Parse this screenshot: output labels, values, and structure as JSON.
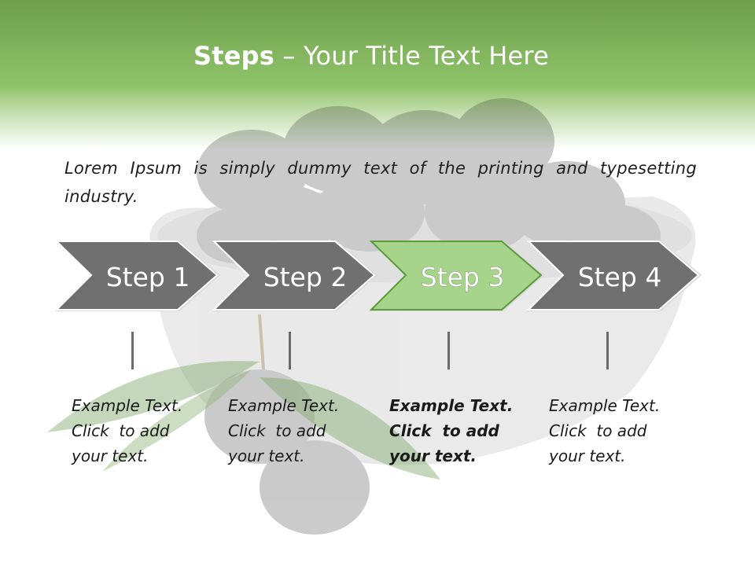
{
  "title": {
    "bold_part": "Steps",
    "rest": " – Your Title Text Here"
  },
  "intro_text": "Lorem Ipsum is simply dummy text of the printing and typesetting industry.",
  "steps": [
    {
      "label": "Step 1",
      "active": false
    },
    {
      "label": "Step 2",
      "active": false
    },
    {
      "label": "Step 3",
      "active": true
    },
    {
      "label": "Step 4",
      "active": false
    }
  ],
  "notes": [
    {
      "line1": "Example Text.",
      "line2": "Click  to add",
      "line3": "your text.",
      "active": false
    },
    {
      "line1": "Example Text.",
      "line2": "Click  to add",
      "line3": "your text.",
      "active": false
    },
    {
      "line1": "Example Text.",
      "line2": "Click  to add",
      "line3": "your text.",
      "active": true
    },
    {
      "line1": "Example Text.",
      "line2": "Click  to add",
      "line3": "your text.",
      "active": false
    }
  ],
  "colors": {
    "header_green": "#8fc46a",
    "step_gray": "#6f6f6f",
    "step_active": "#a6d48a",
    "step_active_border": "#5c9a3a"
  }
}
